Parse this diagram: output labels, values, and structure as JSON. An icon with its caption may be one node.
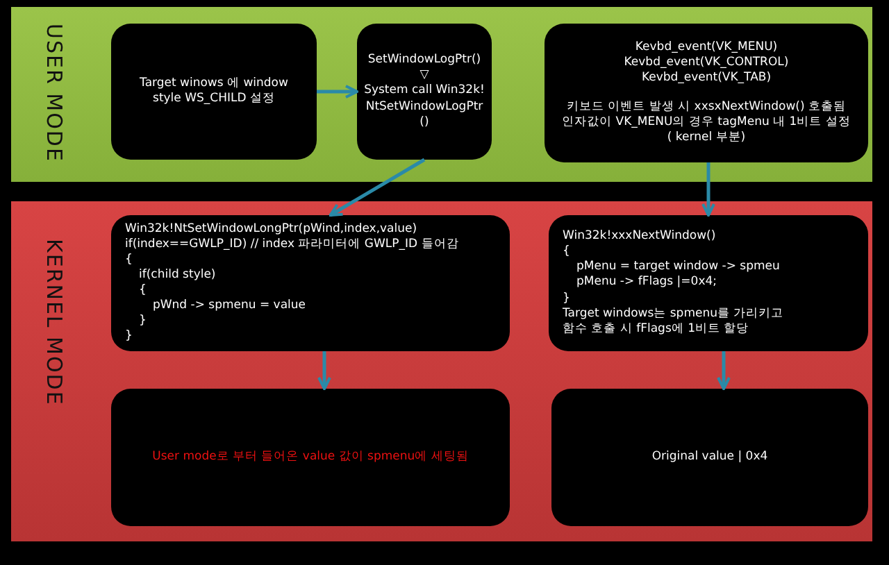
{
  "diagram": {
    "nodes": [
      {
        "text": [
          "USER MODE"
        ]
      },
      {
        "text": [
          "Target winows 에 window style WS_CHILD 설정"
        ],
        "in": 0
      },
      {
        "text": [
          "SetWindowLogPtr()",
          "▽",
          "System call Win32k!NtSetWindowLogPtr()"
        ],
        "in": 0
      },
      {
        "text": [
          "Kevbd_event(VK_MENU)",
          "Kevbd_event(VK_CONTROL)",
          "Kevbd_event(VK_TAB)",
          "키보드 이벤트 발생 시 xxsxNextWindow() 호출됨",
          "인자값이 VK_MENU의 경우 tagMenu 내 1비트 설정",
          "( kernel 부분)"
        ],
        "in": 0
      },
      {
        "text": [
          "KERNEL MODE"
        ]
      },
      {
        "text": [
          "Win32k!NtSetWindowLongPtr(pWind,index,value)",
          "if(index==GWLP_ID)  // index 파라미터에  GWLP_ID 들어감",
          "{",
          "if(child style)",
          "{",
          "pWnd -> spmenu = value",
          "}",
          "}"
        ],
        "in": 4
      },
      {
        "text": [
          "Win32k!xxxNextWindow()",
          "{",
          "pMenu = target window -> spmeu",
          "pMenu -> fFlags |=0x4;",
          "}",
          "Target windows는 spmenu를 가리키고",
          "함수 호출 시 fFlags에 1비트 할당"
        ],
        "in": 4
      },
      {
        "text": [
          "User mode로 부터 들어온 value 값이 spmenu에 세팅됨"
        ],
        "in": 4
      },
      {
        "text": [
          "Original value | 0x4"
        ],
        "in": 4
      }
    ],
    "edges": [
      {
        "from": 1,
        "to": 2,
        "arrow": "to"
      },
      {
        "from": 2,
        "to": 5,
        "arrow": "to"
      },
      {
        "from": 3,
        "to": 6,
        "arrow": "to"
      },
      {
        "from": 5,
        "to": 7,
        "arrow": "to"
      },
      {
        "from": 6,
        "to": 8,
        "arrow": "to"
      }
    ]
  }
}
